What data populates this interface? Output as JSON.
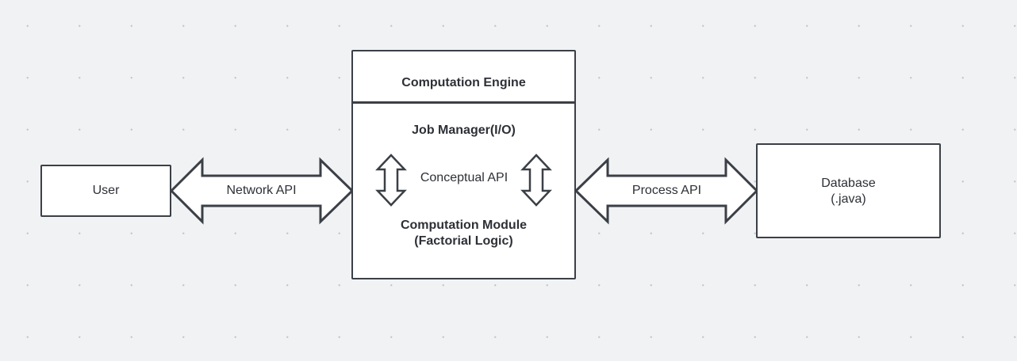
{
  "diagram": {
    "user": {
      "label": "User"
    },
    "network_api": {
      "label": "Network API"
    },
    "engine": {
      "title": "Computation Engine",
      "job_manager": "Job Manager(I/O)",
      "conceptual_api": "Conceptual API",
      "module_line1": "Computation Module",
      "module_line2": "(Factorial Logic)"
    },
    "process_api": {
      "label": "Process API"
    },
    "database": {
      "line1": "Database",
      "line2": "(.java)"
    }
  }
}
